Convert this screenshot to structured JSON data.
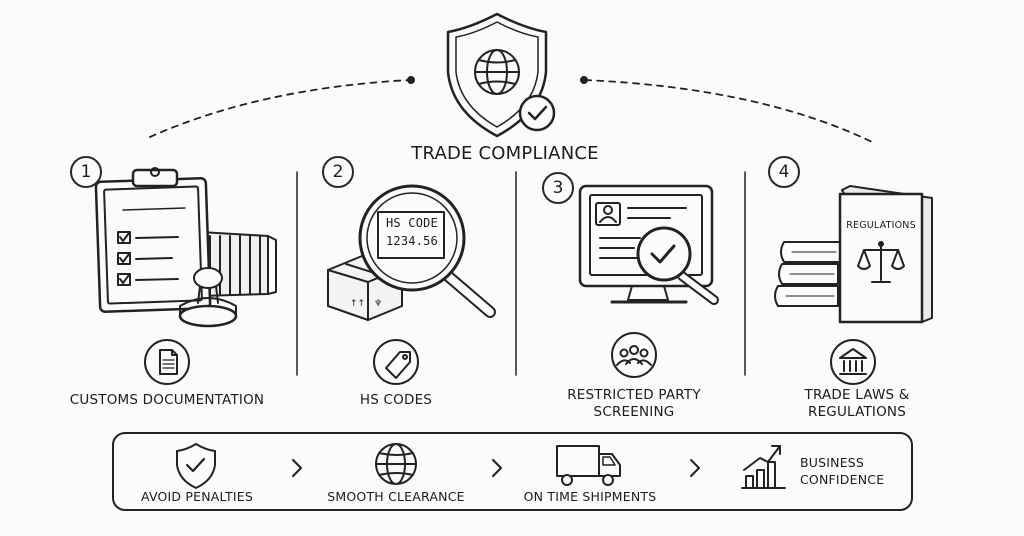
{
  "title": "TRADE COMPLIANCE",
  "steps": [
    {
      "number": "1",
      "label": "CUSTOMS DOCUMENTATION",
      "icon": "document-icon"
    },
    {
      "number": "2",
      "label": "HS CODES",
      "icon": "tag-icon"
    },
    {
      "number": "3",
      "label_line1": "RESTRICTED PARTY",
      "label_line2": "SCREENING",
      "icon": "people-icon"
    },
    {
      "number": "4",
      "label_line1": "TRADE LAWS &",
      "label_line2": "REGULATIONS",
      "icon": "bank-icon"
    }
  ],
  "illustrations": {
    "hs_code_title": "HS CODE",
    "hs_code_value": "1234.56",
    "book_title": "REGULATIONS"
  },
  "benefits": [
    {
      "label": "AVOID PENALTIES",
      "icon": "shield-check-icon"
    },
    {
      "label": "SMOOTH CLEARANCE",
      "icon": "globe-icon"
    },
    {
      "label": "ON TIME SHIPMENTS",
      "icon": "truck-icon"
    },
    {
      "label_line1": "BUSINESS",
      "label_line2": "CONFIDENCE",
      "icon": "growth-chart-icon"
    }
  ]
}
